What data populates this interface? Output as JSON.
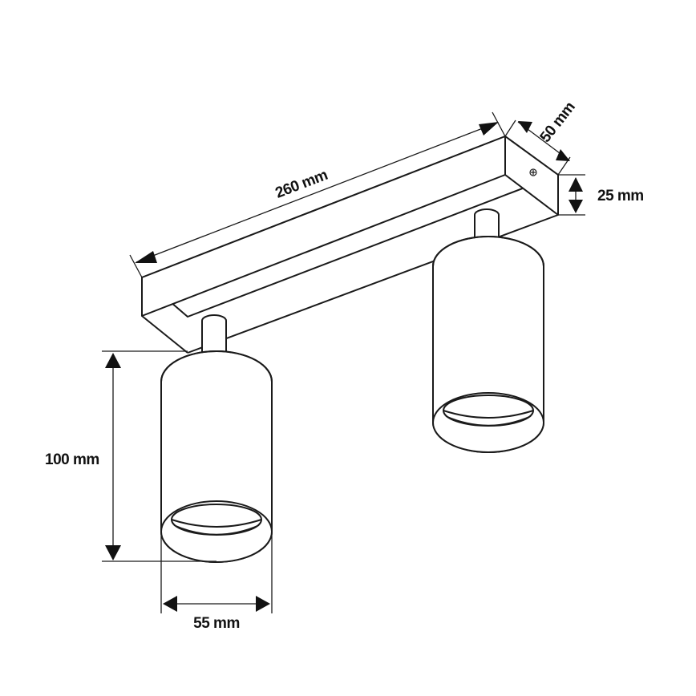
{
  "colors": {
    "line": "#1a1a1a",
    "background": "#ffffff"
  },
  "dimensions": {
    "length": "260 mm",
    "depth": "50 mm",
    "height": "25 mm",
    "spot_height": "100 mm",
    "spot_diameter": "55 mm"
  },
  "icons": {
    "screw": "screw-icon"
  }
}
